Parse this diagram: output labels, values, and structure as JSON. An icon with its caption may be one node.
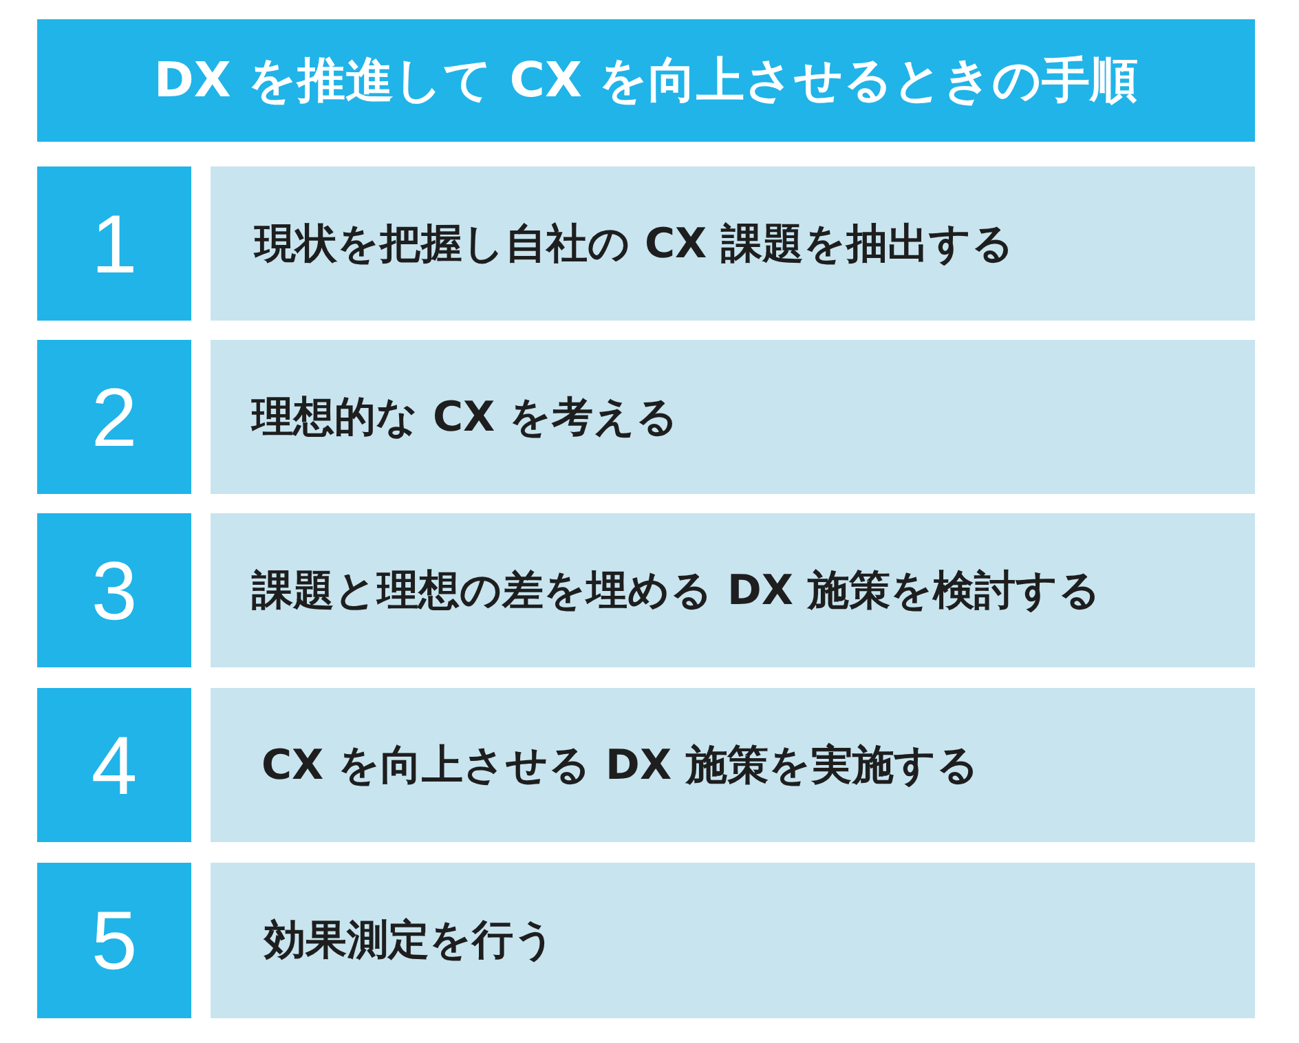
{
  "diagram": {
    "title": "DX を推進して CX を向上させるときの手順",
    "nodes": [
      {
        "text": [
          "1"
        ]
      },
      {
        "text": [
          "現状を把握し自社の CX 課題を抽出する"
        ]
      },
      {
        "text": [
          "2"
        ]
      },
      {
        "text": [
          "理想的な CX を考える"
        ]
      },
      {
        "text": [
          "3"
        ]
      },
      {
        "text": [
          "課題と理想の差を埋める DX 施策を検討する"
        ]
      },
      {
        "text": [
          "4"
        ]
      },
      {
        "text": [
          "CX を向上させる DX 施策を実施する"
        ]
      },
      {
        "text": [
          "5"
        ]
      },
      {
        "text": [
          "効果測定を行う"
        ]
      }
    ]
  }
}
